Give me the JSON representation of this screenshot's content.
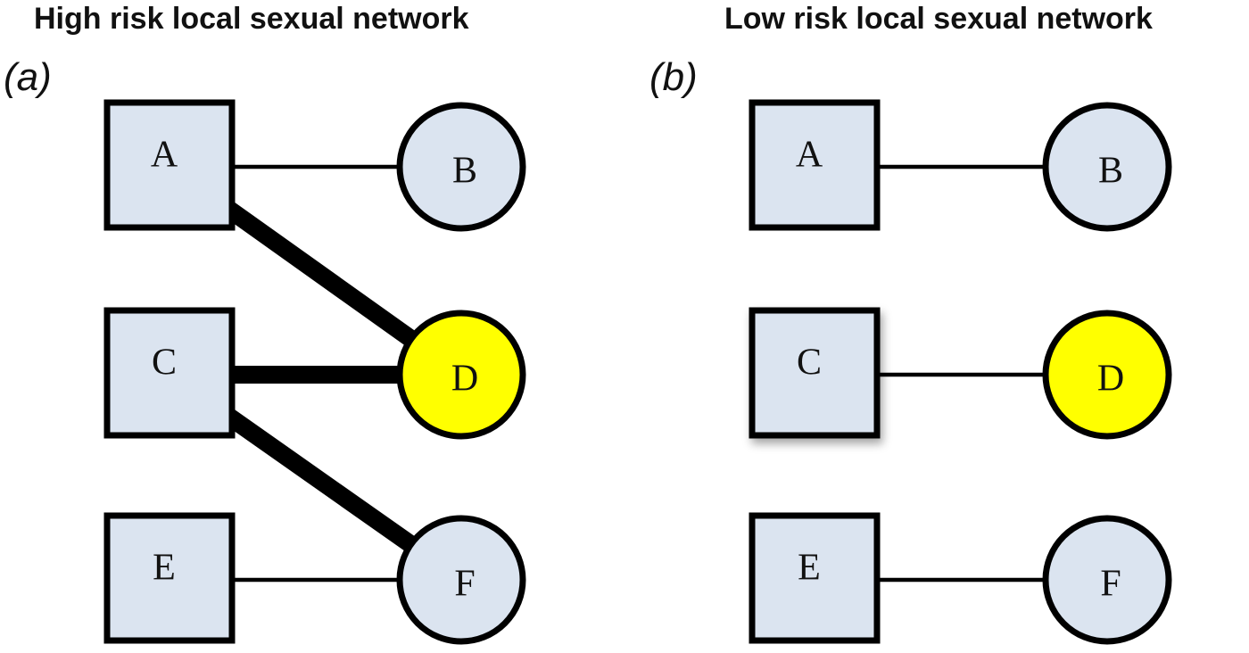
{
  "panels": [
    {
      "title": "High risk local sexual network",
      "label": "(a)",
      "nodes": [
        {
          "id": "A",
          "label": "A",
          "shape": "square",
          "fill": "#dbe4f0"
        },
        {
          "id": "B",
          "label": "B",
          "shape": "circle",
          "fill": "#dbe4f0"
        },
        {
          "id": "C",
          "label": "C",
          "shape": "square",
          "fill": "#dbe4f0"
        },
        {
          "id": "D",
          "label": "D",
          "shape": "circle",
          "fill": "#ffff00"
        },
        {
          "id": "E",
          "label": "E",
          "shape": "square",
          "fill": "#dbe4f0"
        },
        {
          "id": "F",
          "label": "F",
          "shape": "circle",
          "fill": "#dbe4f0"
        }
      ],
      "edges": [
        {
          "from": "A",
          "to": "B",
          "weight": "thin"
        },
        {
          "from": "A",
          "to": "D",
          "weight": "thick"
        },
        {
          "from": "C",
          "to": "D",
          "weight": "thick"
        },
        {
          "from": "C",
          "to": "F",
          "weight": "thick"
        },
        {
          "from": "E",
          "to": "F",
          "weight": "thin"
        }
      ]
    },
    {
      "title": "Low risk local sexual network",
      "label": "(b)",
      "nodes": [
        {
          "id": "A",
          "label": "A",
          "shape": "square",
          "fill": "#dbe4f0"
        },
        {
          "id": "B",
          "label": "B",
          "shape": "circle",
          "fill": "#dbe4f0"
        },
        {
          "id": "C",
          "label": "C",
          "shape": "square",
          "fill": "#dbe4f0"
        },
        {
          "id": "D",
          "label": "D",
          "shape": "circle",
          "fill": "#ffff00"
        },
        {
          "id": "E",
          "label": "E",
          "shape": "square",
          "fill": "#dbe4f0"
        },
        {
          "id": "F",
          "label": "F",
          "shape": "circle",
          "fill": "#dbe4f0"
        }
      ],
      "edges": [
        {
          "from": "A",
          "to": "B",
          "weight": "thin"
        },
        {
          "from": "C",
          "to": "D",
          "weight": "thin"
        },
        {
          "from": "E",
          "to": "F",
          "weight": "thin"
        }
      ]
    }
  ],
  "colors": {
    "node_fill": "#dbe4f0",
    "highlight_fill": "#ffff00",
    "stroke": "#000000"
  }
}
